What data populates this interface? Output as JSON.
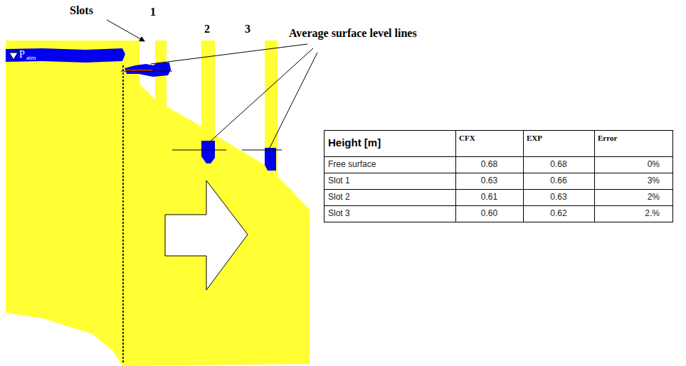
{
  "diagram": {
    "labels": [
      "Slots",
      "1",
      "2",
      "3",
      "Average surface level lines",
      "P",
      "atm",
      "Height [m]",
      "CFX",
      "EXP",
      "Error",
      "Free surface",
      "0.68",
      "0.68",
      "0%",
      "Slot 1",
      "0.63",
      "0.66",
      "3%",
      "Slot 2",
      "0.61",
      "0.63",
      "2%",
      "Slot 3",
      "0.60",
      "0.62",
      "2.%"
    ]
  }
}
